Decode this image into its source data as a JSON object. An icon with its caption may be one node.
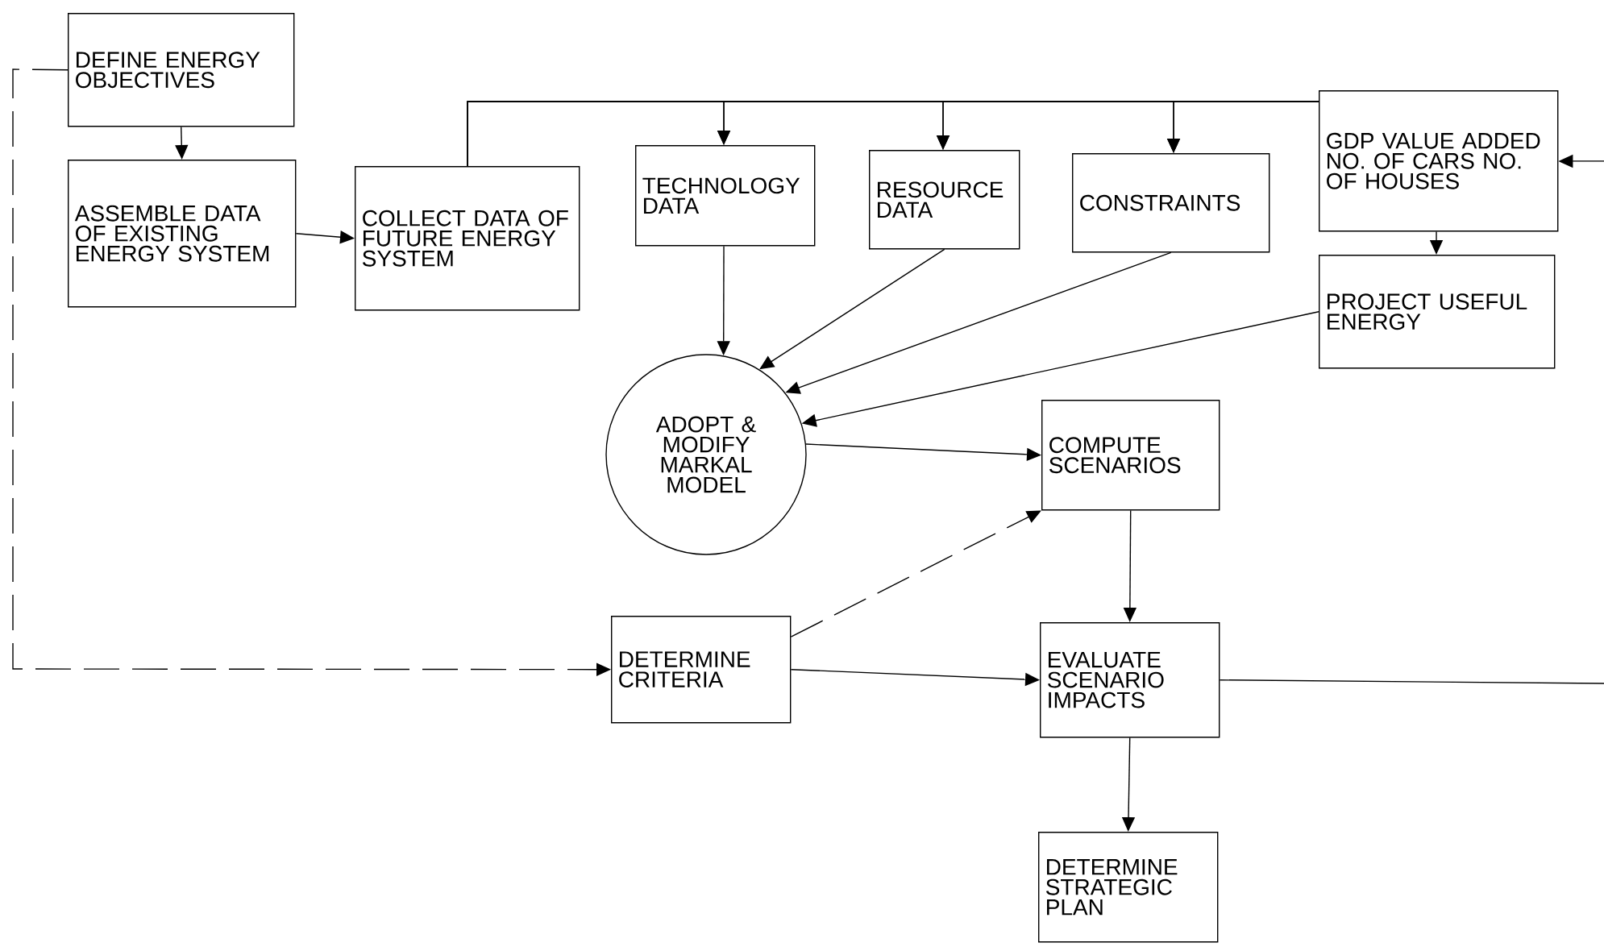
{
  "diagram": {
    "nodes": [
      {
        "text": [
          "DEFINE ENERGY OBJECTIVES"
        ]
      },
      {
        "text": [
          "ASSEMBLE DATA OF EXISTING ENERGY SYSTEM"
        ]
      },
      {
        "text": [
          "COLLECT DATA OF FUTURE ENERGY SYSTEM"
        ]
      },
      {
        "text": [
          "TECHNOLOGY DATA"
        ]
      },
      {
        "text": [
          "RESOURCE DATA"
        ]
      },
      {
        "text": [
          "CONSTRAINTS"
        ]
      },
      {
        "text": [
          "GDP VALUE ADDED NO. OF CARS NO. OF HOUSES"
        ]
      },
      {
        "text": [
          "PROJECT USEFUL ENERGY"
        ]
      },
      {
        "text": [
          "ADOPT & MODIFY MARKAL MODEL"
        ]
      },
      {
        "text": [
          "COMPUTE SCENARIOS"
        ]
      },
      {
        "text": [
          "DETERMINE CRITERIA"
        ]
      },
      {
        "text": [
          "EVALUATE SCENARIO IMPACTS"
        ]
      },
      {
        "text": [
          "DETERMINE STRATEGIC PLAN"
        ]
      }
    ],
    "edges": [
      {
        "from": 0,
        "to": 1,
        "arrow": "to"
      },
      {
        "from": 1,
        "to": 2,
        "arrow": "to"
      },
      {
        "from": 2,
        "to": 3,
        "arrow": "to"
      },
      {
        "from": 2,
        "to": 4,
        "arrow": "to"
      },
      {
        "from": 2,
        "to": 5,
        "arrow": "to"
      },
      {
        "from": 6,
        "to": 3,
        "arrow": "to"
      },
      {
        "from": 6,
        "to": 4,
        "arrow": "to"
      },
      {
        "from": 6,
        "to": 5,
        "arrow": "to"
      },
      {
        "from": 6,
        "to": 7,
        "arrow": "to"
      },
      {
        "from": null,
        "to": 6,
        "arrow": "to"
      },
      {
        "from": 3,
        "to": 8,
        "arrow": "to"
      },
      {
        "from": 4,
        "to": 8,
        "arrow": "to"
      },
      {
        "from": 5,
        "to": 8,
        "arrow": "to"
      },
      {
        "from": 7,
        "to": 8,
        "arrow": "to"
      },
      {
        "from": 8,
        "to": 9,
        "arrow": "to"
      },
      {
        "from": 10,
        "to": 9,
        "arrow": "to",
        "style": "dashed"
      },
      {
        "from": 10,
        "to": 11,
        "arrow": "to"
      },
      {
        "from": 9,
        "to": 11,
        "arrow": "to"
      },
      {
        "from": 11,
        "to": 12,
        "arrow": "to"
      },
      {
        "from": 11,
        "to": null,
        "arrow": "none"
      },
      {
        "from": 0,
        "to": 10,
        "arrow": "to",
        "style": "dashed"
      }
    ]
  }
}
